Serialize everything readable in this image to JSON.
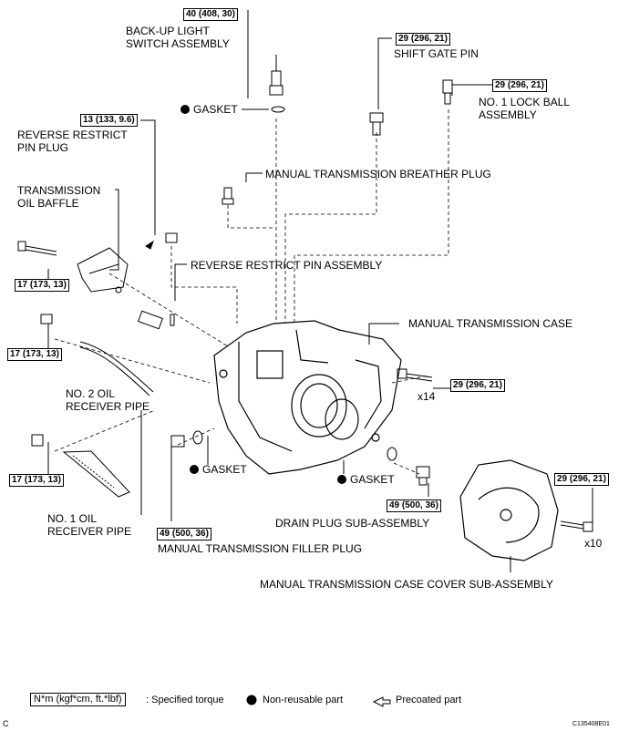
{
  "callouts": {
    "backup_switch": "BACK-UP LIGHT\nSWITCH ASSEMBLY",
    "shift_gate_pin": "SHIFT GATE PIN",
    "lock_ball": "NO. 1 LOCK BALL\nASSEMBLY",
    "gasket_top": "GASKET",
    "reverse_plug": "REVERSE RESTRICT\nPIN PLUG",
    "breather_plug": "MANUAL TRANSMISSION BREATHER PLUG",
    "oil_baffle": "TRANSMISSION\nOIL BAFFLE",
    "reverse_pin": "REVERSE RESTRICT PIN ASSEMBLY",
    "case": "MANUAL TRANSMISSION CASE",
    "no2_pipe": "NO. 2 OIL\nRECEIVER PIPE",
    "gasket_left": "GASKET",
    "gasket_mid": "GASKET",
    "drain_plug": "DRAIN PLUG SUB-ASSEMBLY",
    "no1_pipe": "NO. 1 OIL\nRECEIVER PIPE",
    "filler_plug": "MANUAL TRANSMISSION FILLER PLUG",
    "case_cover": "MANUAL TRANSMISSION CASE COVER SUB-ASSEMBLY",
    "qty_x14": "x14",
    "qty_x10": "x10"
  },
  "torques": {
    "backup": "40 (408, 30)",
    "shift_gate": "29 (296, 21)",
    "lock_ball": "29 (296, 21)",
    "reverse_plug": "13 (133, 9.6)",
    "bolt_baffle": "17 (173, 13)",
    "bolt_no2": "17 (173, 13)",
    "case_bolt": "29 (296, 21)",
    "bolt_no1": "17 (173, 13)",
    "drain": "49 (500, 36)",
    "cover_bolt": "29 (296, 21)",
    "filler": "49 (500, 36)"
  },
  "legend": {
    "torque_unit": "N*m (kgf*cm, ft.*lbf)",
    "torque_desc": ": Specified torque",
    "nonreusable": "Non-reusable part",
    "precoated": "Precoated part"
  },
  "corner_code": "C",
  "figure_id": "C135408E01",
  "colors": {
    "ink": "#000000",
    "paper": "#ffffff"
  }
}
